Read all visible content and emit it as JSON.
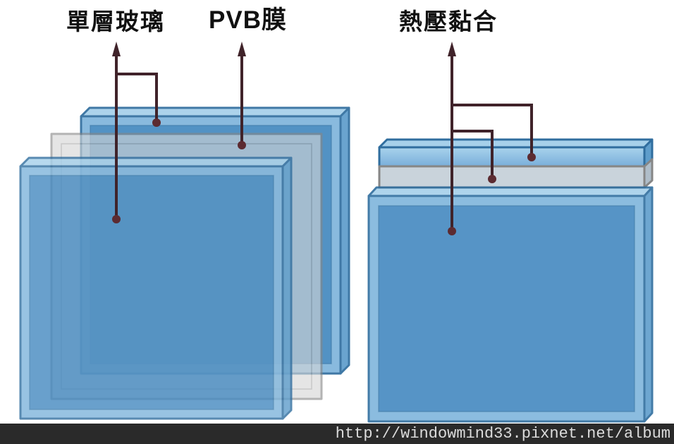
{
  "labels": {
    "single_glass": "單層玻璃",
    "pvb_film": "PVB膜",
    "hot_press": "熱壓黏合"
  },
  "watermark": {
    "url": "http://windowmind33.pixnet.net/album"
  },
  "colors": {
    "background": "#FFFFFF",
    "glass_edge": "#2F6D9E",
    "glass_face": "#7FB5DC",
    "glass_inner": "#4489C0",
    "glass_top": "#A6D0EA",
    "glass_side": "#5E9DCB",
    "pvb_fill": "#D6D6D6",
    "pvb_edge": "#868686",
    "pvb_strip_fill": "#C9D3DB",
    "pvb_strip_side": "#AFBDC9",
    "leader_line": "#40232A",
    "leader_dot": "#5C2B31",
    "label_text": "#111111",
    "watermark_bg": "#2A2A2A",
    "watermark_text": "#DCDCDC"
  }
}
